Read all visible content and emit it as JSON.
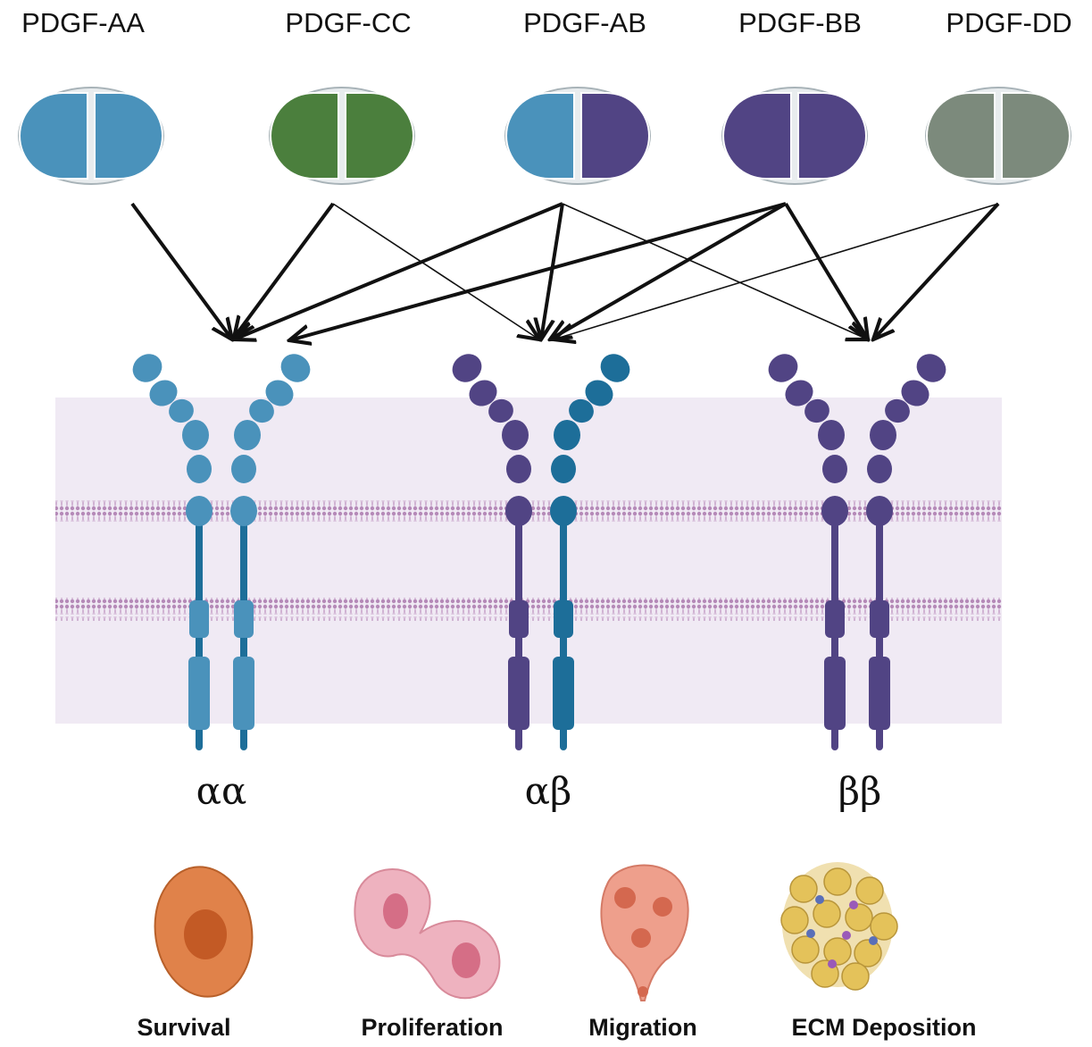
{
  "ligands": [
    {
      "label": "PDGF-AA",
      "left_color": "#4a92bb",
      "right_color": "#4a92bb"
    },
    {
      "label": "PDGF-CC",
      "left_color": "#4b7f3d",
      "right_color": "#4b7f3d"
    },
    {
      "label": "PDGF-AB",
      "left_color": "#4a92bb",
      "right_color": "#514484"
    },
    {
      "label": "PDGF-BB",
      "left_color": "#514484",
      "right_color": "#514484"
    },
    {
      "label": "PDGF-DD",
      "left_color": "#7c8a7c",
      "right_color": "#7c8a7c"
    }
  ],
  "receptors": [
    {
      "label": "αα",
      "left_color": "#4a92bb",
      "right_color": "#4a92bb",
      "stem_color": "#1d6e99"
    },
    {
      "label": "αβ",
      "left_color": "#514484",
      "right_color": "#1d6e99",
      "stem_color": "#514484"
    },
    {
      "label": "ββ",
      "left_color": "#514484",
      "right_color": "#514484",
      "stem_color": "#514484"
    }
  ],
  "effects": [
    {
      "label": "Survival",
      "icon": "survival-cell-icon"
    },
    {
      "label": "Proliferation",
      "icon": "proliferating-cell-icon"
    },
    {
      "label": "Migration",
      "icon": "migrating-cell-icon"
    },
    {
      "label": "ECM Deposition",
      "icon": "ecm-deposition-icon"
    }
  ],
  "binding_arrows": [
    {
      "from": "PDGF-AA",
      "to": "αα",
      "strength": "strong"
    },
    {
      "from": "PDGF-CC",
      "to": "αα",
      "strength": "strong"
    },
    {
      "from": "PDGF-CC",
      "to": "αβ",
      "strength": "weak"
    },
    {
      "from": "PDGF-AB",
      "to": "αα",
      "strength": "strong"
    },
    {
      "from": "PDGF-AB",
      "to": "αβ",
      "strength": "strong"
    },
    {
      "from": "PDGF-AB",
      "to": "ββ",
      "strength": "weak"
    },
    {
      "from": "PDGF-BB",
      "to": "αα",
      "strength": "strong"
    },
    {
      "from": "PDGF-BB",
      "to": "αβ",
      "strength": "strong"
    },
    {
      "from": "PDGF-BB",
      "to": "ββ",
      "strength": "strong"
    },
    {
      "from": "PDGF-DD",
      "to": "αβ",
      "strength": "weak"
    },
    {
      "from": "PDGF-DD",
      "to": "ββ",
      "strength": "strong"
    }
  ],
  "colors": {
    "membrane_band": "#f0eaf4",
    "bilayer": "#b58ab8",
    "arrow": "#111111"
  }
}
